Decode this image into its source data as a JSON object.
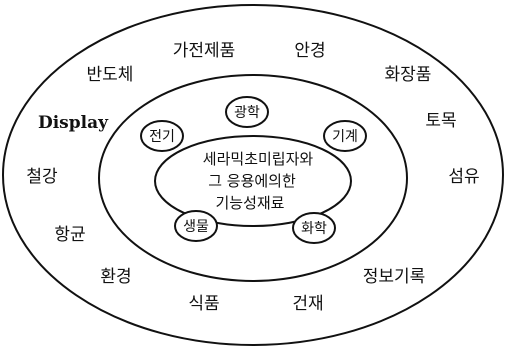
{
  "diagram": {
    "center": {
      "lines": [
        "세라믹초미립자와",
        "그 응용에의한",
        "기능성재료"
      ]
    },
    "core_fields": [
      {
        "name": "core-node-optics",
        "label": "광학"
      },
      {
        "name": "core-node-electric",
        "label": "전기"
      },
      {
        "name": "core-node-mechanical",
        "label": "기계"
      },
      {
        "name": "core-node-biology",
        "label": "생물"
      },
      {
        "name": "core-node-chemistry",
        "label": "화학"
      }
    ],
    "application_fields": [
      {
        "name": "field-appliances",
        "label": "가전제품"
      },
      {
        "name": "field-eyeglasses",
        "label": "안경"
      },
      {
        "name": "field-semiconductor",
        "label": "반도체"
      },
      {
        "name": "field-cosmetics",
        "label": "화장품"
      },
      {
        "name": "field-display",
        "label": "Display"
      },
      {
        "name": "field-civil-engineering",
        "label": "토목"
      },
      {
        "name": "field-steel",
        "label": "철강"
      },
      {
        "name": "field-fiber",
        "label": "섬유"
      },
      {
        "name": "field-antibacterial",
        "label": "항균"
      },
      {
        "name": "field-environment",
        "label": "환경"
      },
      {
        "name": "field-information-recording",
        "label": "정보기록"
      },
      {
        "name": "field-food",
        "label": "식품"
      },
      {
        "name": "field-construction-materials",
        "label": "건재"
      }
    ]
  }
}
